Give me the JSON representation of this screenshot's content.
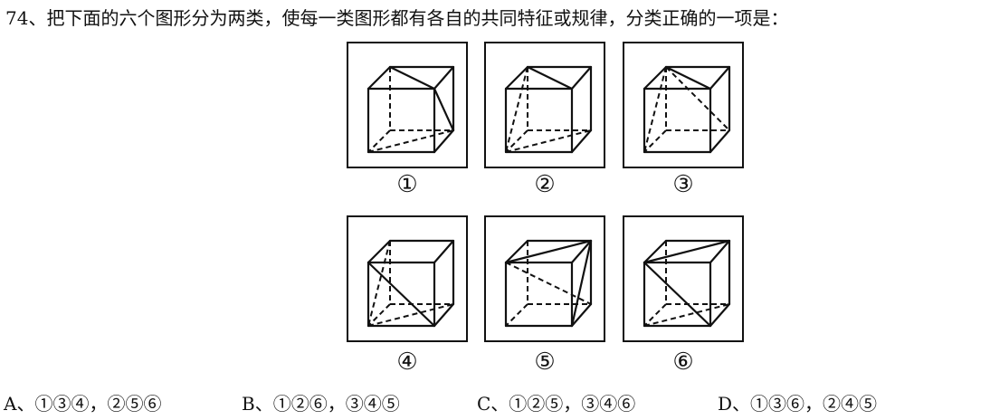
{
  "question": {
    "text": "74、把下面的六个图形分为两类，使每一类图形都有各自的共同特征或规律，分类正确的一项是："
  },
  "figures": [
    {
      "label": "①"
    },
    {
      "label": "②"
    },
    {
      "label": "③"
    },
    {
      "label": "④"
    },
    {
      "label": "⑤"
    },
    {
      "label": "⑥"
    }
  ],
  "options": [
    {
      "text": "A、①③④，②⑤⑥"
    },
    {
      "text": "B、①②⑥，③④⑤"
    },
    {
      "text": "C、①②⑤，③④⑥"
    },
    {
      "text": "D、①③⑥，②④⑤"
    }
  ]
}
